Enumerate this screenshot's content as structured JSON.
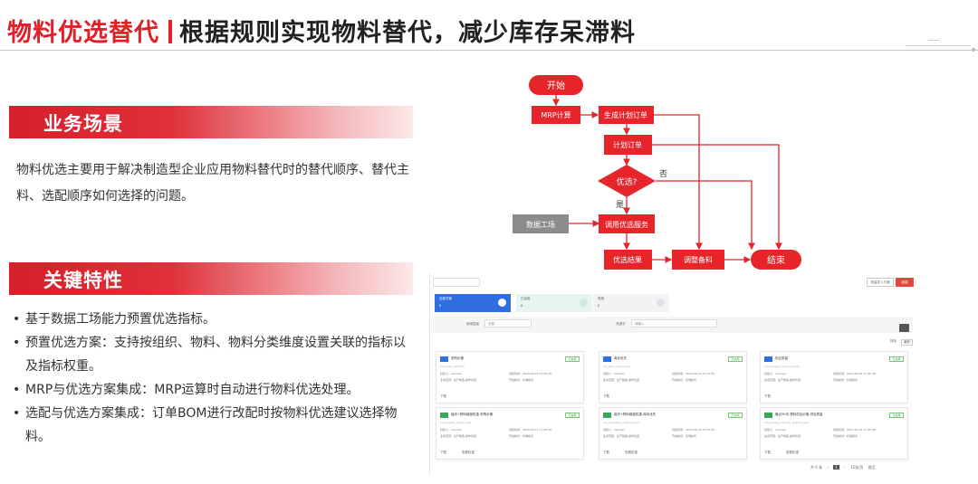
{
  "header": {
    "title_main": "物料优选替代",
    "title_sub": "根据规则实现物料替代，减少库存呆滞料"
  },
  "scenario": {
    "heading": "业务场景",
    "text": "物料优选主要用于解决制造型企业应用物料替代时的替代顺序、替代主料、选配顺序如何选择的问题。"
  },
  "features": {
    "heading": "关键特性",
    "items": [
      "基于数据工场能力预置优选指标。",
      "预置优选方案：支持按组织、物料、物料分类维度设置关联的指标以及指标权重。",
      "MRP与优选方案集成：MRP运算时自动进行物料优选处理。",
      "选配与优选方案集成：订单BOM进行改配时按物料优选建议选择物料。"
    ]
  },
  "flow": {
    "start": "开始",
    "mrp": "MRP计算",
    "plan_order": "生成计划订单",
    "plan_order2": "计划订单",
    "decision": "优选?",
    "yes": "是",
    "no": "否",
    "data_factory": "数据工场",
    "call_service": "调用优选服务",
    "result": "优选结果",
    "adjust": "调整备料",
    "end": "结束"
  },
  "colors": {
    "brand_red": "#e01f28",
    "flow_red": "#e8242b",
    "gray_node": "#8c8c8c"
  },
  "mock": {
    "btn_new": "批量导入方案",
    "btn_add": "新建",
    "stats": [
      {
        "label": "全部方案",
        "value": "6"
      },
      {
        "label": "已启用",
        "value": "6"
      },
      {
        "label": "停用",
        "value": "0"
      }
    ],
    "filter_label1": "使用层级",
    "filter_value1": "全部",
    "filter_label2": "关键字",
    "filter_value2": "请输入",
    "sort_labels": [
      "排序",
      "最新"
    ],
    "cards": [
      {
        "name": "采购价格",
        "code": "mrp_plan_option1",
        "status": "已启用",
        "creator": "创建人：xxxuser",
        "scope": "业务范围：生产制造,操作优选",
        "time": "创建时间：2023-09-18 17:25:36",
        "mode": "开启模式：标准模式",
        "foot": "下载"
      },
      {
        "name": "库存优先",
        "code": "inv_plan_option_top",
        "status": "已启用",
        "creator": "创建人：xxxuser",
        "scope": "业务范围：生产制造,操作优选",
        "time": "创建时间：2023-09-19 17:25:36",
        "mode": "开启模式：标准模式",
        "foot": "下载"
      },
      {
        "name": "供应质量",
        "code": "sup_supply_option_quality",
        "status": "已启用",
        "creator": "创建人：xxxuser",
        "scope": "业务范围：生产制造,操作优选",
        "time": "创建时间：2023-09-18 17:25:36",
        "mode": "开启模式：标准模式",
        "foot": "下载"
      },
      {
        "name": "组织+物料维度权重-采购价格",
        "code": "org_supply_option_top",
        "status": "已启用",
        "creator": "创建人：xxxuser",
        "scope": "业务范围：生产制造,操作优选",
        "time": "创建时间：2023-09-17 17:25:36",
        "mode": "开启模式：标准模式",
        "foot": "下载",
        "foot2": "查看权重"
      },
      {
        "name": "组织+物料维度权重-库存优先",
        "code": "org_inventory_option_price",
        "status": "已启用",
        "creator": "创建人：xxxuser",
        "scope": "业务范围：生产制造,操作优选",
        "time": "创建时间：2023-09-19 17:25:36",
        "mode": "开启模式：标准模式",
        "foot": "下载",
        "foot2": "查看权重"
      },
      {
        "name": "最近30天-物料供应价格-供应质量",
        "code": "org_supply_interval_quality_type",
        "status": "已启用",
        "creator": "创建人：xxxuser",
        "scope": "业务范围：生产制造,操作优选",
        "time": "创建时间：2023-09-16 17:25:36",
        "mode": "开启模式：标准模式",
        "foot": "下载",
        "foot2": "查看权重"
      }
    ],
    "pager": {
      "total": "共 6 条",
      "page": "1",
      "size": "12条/页",
      "jump": "跳至"
    }
  }
}
